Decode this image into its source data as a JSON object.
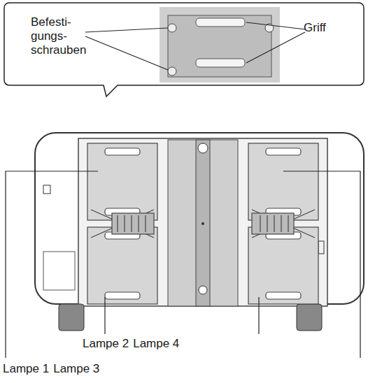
{
  "diagram": {
    "nodes": [
      {
        "text": [
          "Befesti- gungs- schrauben",
          "Griff"
        ]
      }
    ],
    "labels": [
      "Lampe 2",
      "Lampe 4",
      "Lampe 1",
      "Lampe 3"
    ]
  }
}
